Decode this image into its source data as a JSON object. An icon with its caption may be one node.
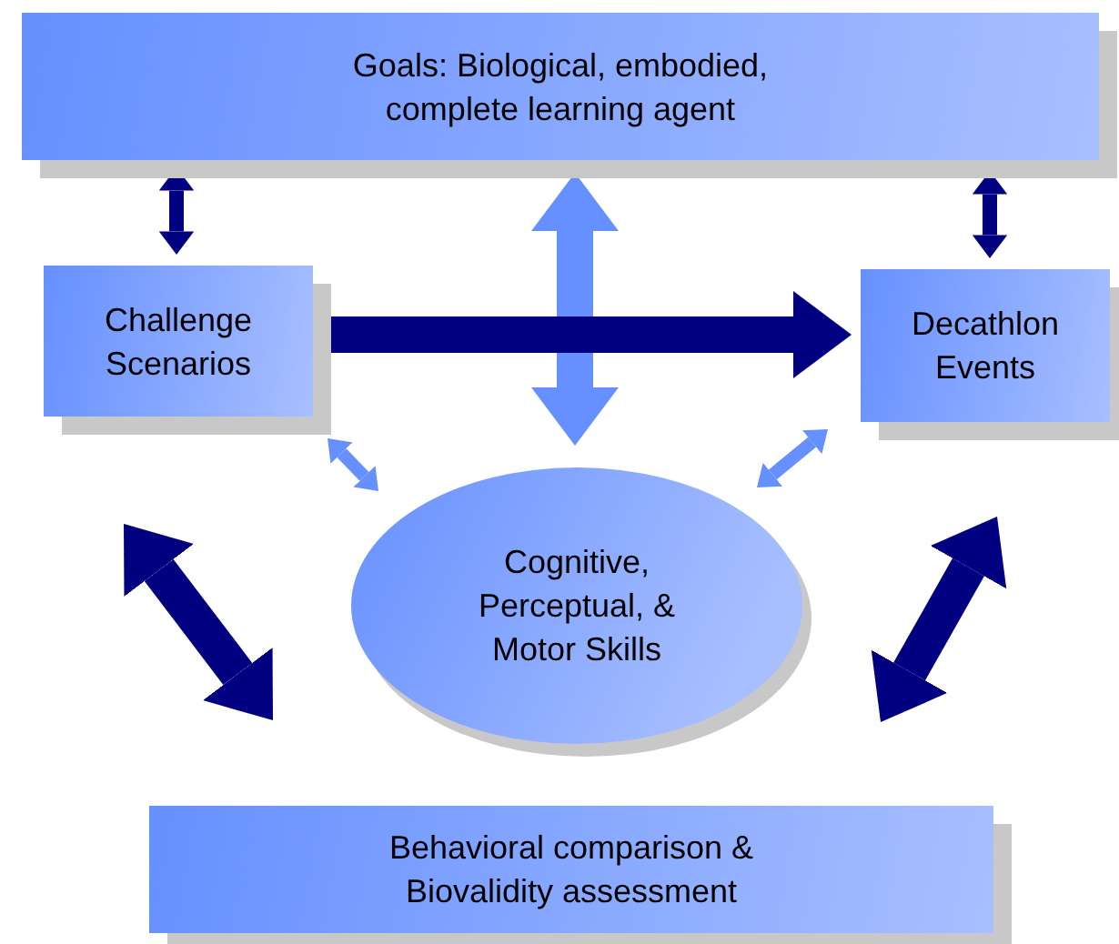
{
  "diagram": {
    "nodes": [
      {
        "text": [
          "Goals: Biological, embodied, complete learning agent"
        ]
      },
      {
        "text": [
          "Challenge Scenarios"
        ]
      },
      {
        "text": [
          "Decathlon Events"
        ]
      },
      {
        "text": [
          "Cognitive, Perceptual, & Motor Skills"
        ]
      },
      {
        "text": [
          "Behavioral comparison & Biovalidity assessment"
        ]
      }
    ],
    "edges": [
      {
        "from": 0,
        "to": 1,
        "arrow": "both"
      },
      {
        "from": 0,
        "to": 2,
        "arrow": "both"
      },
      {
        "from": 0,
        "to": 3,
        "arrow": "both",
        "style": "thick",
        "color": "#6690ff"
      },
      {
        "from": 1,
        "to": 2,
        "arrow": "to",
        "style": "thick"
      },
      {
        "from": 1,
        "to": 3,
        "arrow": "both",
        "color": "#6690ff"
      },
      {
        "from": 2,
        "to": 3,
        "arrow": "both",
        "color": "#6690ff"
      },
      {
        "from": 1,
        "to": 4,
        "arrow": "both",
        "style": "thick"
      },
      {
        "from": 2,
        "to": 4,
        "arrow": "both",
        "style": "thick"
      }
    ]
  }
}
